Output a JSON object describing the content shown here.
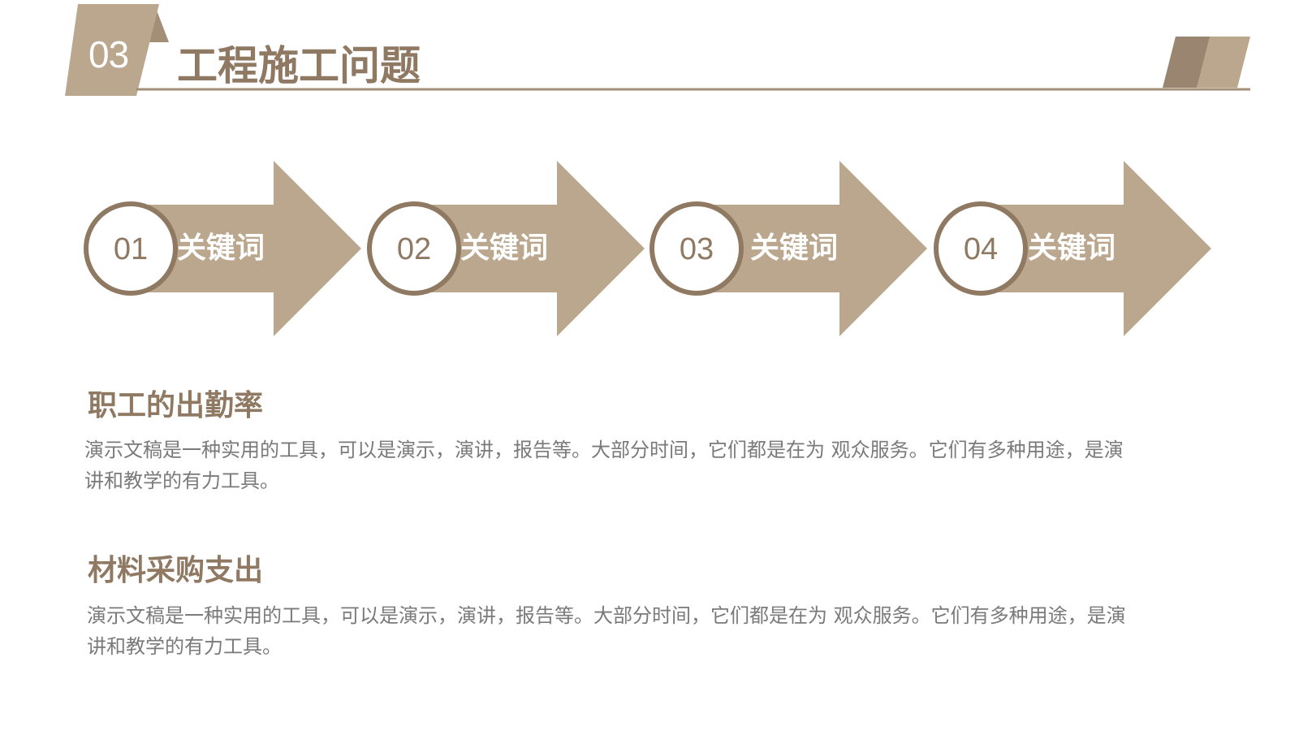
{
  "header": {
    "section_number": "03",
    "title": "工程施工问题"
  },
  "steps": [
    {
      "number": "01",
      "label": "关键词"
    },
    {
      "number": "02",
      "label": "关键词"
    },
    {
      "number": "03",
      "label": "关键词"
    },
    {
      "number": "04",
      "label": "关键词"
    }
  ],
  "sections": [
    {
      "heading": "职工的出勤率",
      "body": "演示文稿是一种实用的工具，可以是演示，演讲，报告等。大部分时间，它们都是在为 观众服务。它们有多种用途，是演讲和教学的有力工具。"
    },
    {
      "heading": "材料采购支出",
      "body": "演示文稿是一种实用的工具，可以是演示，演讲，报告等。大部分时间，它们都是在为 观众服务。它们有多种用途，是演讲和教学的有力工具。"
    }
  ],
  "colors": {
    "accent": "#bba78d",
    "accent_dark": "#8f7962",
    "text_gray": "#7a7a7a",
    "background": "#ffffff"
  }
}
